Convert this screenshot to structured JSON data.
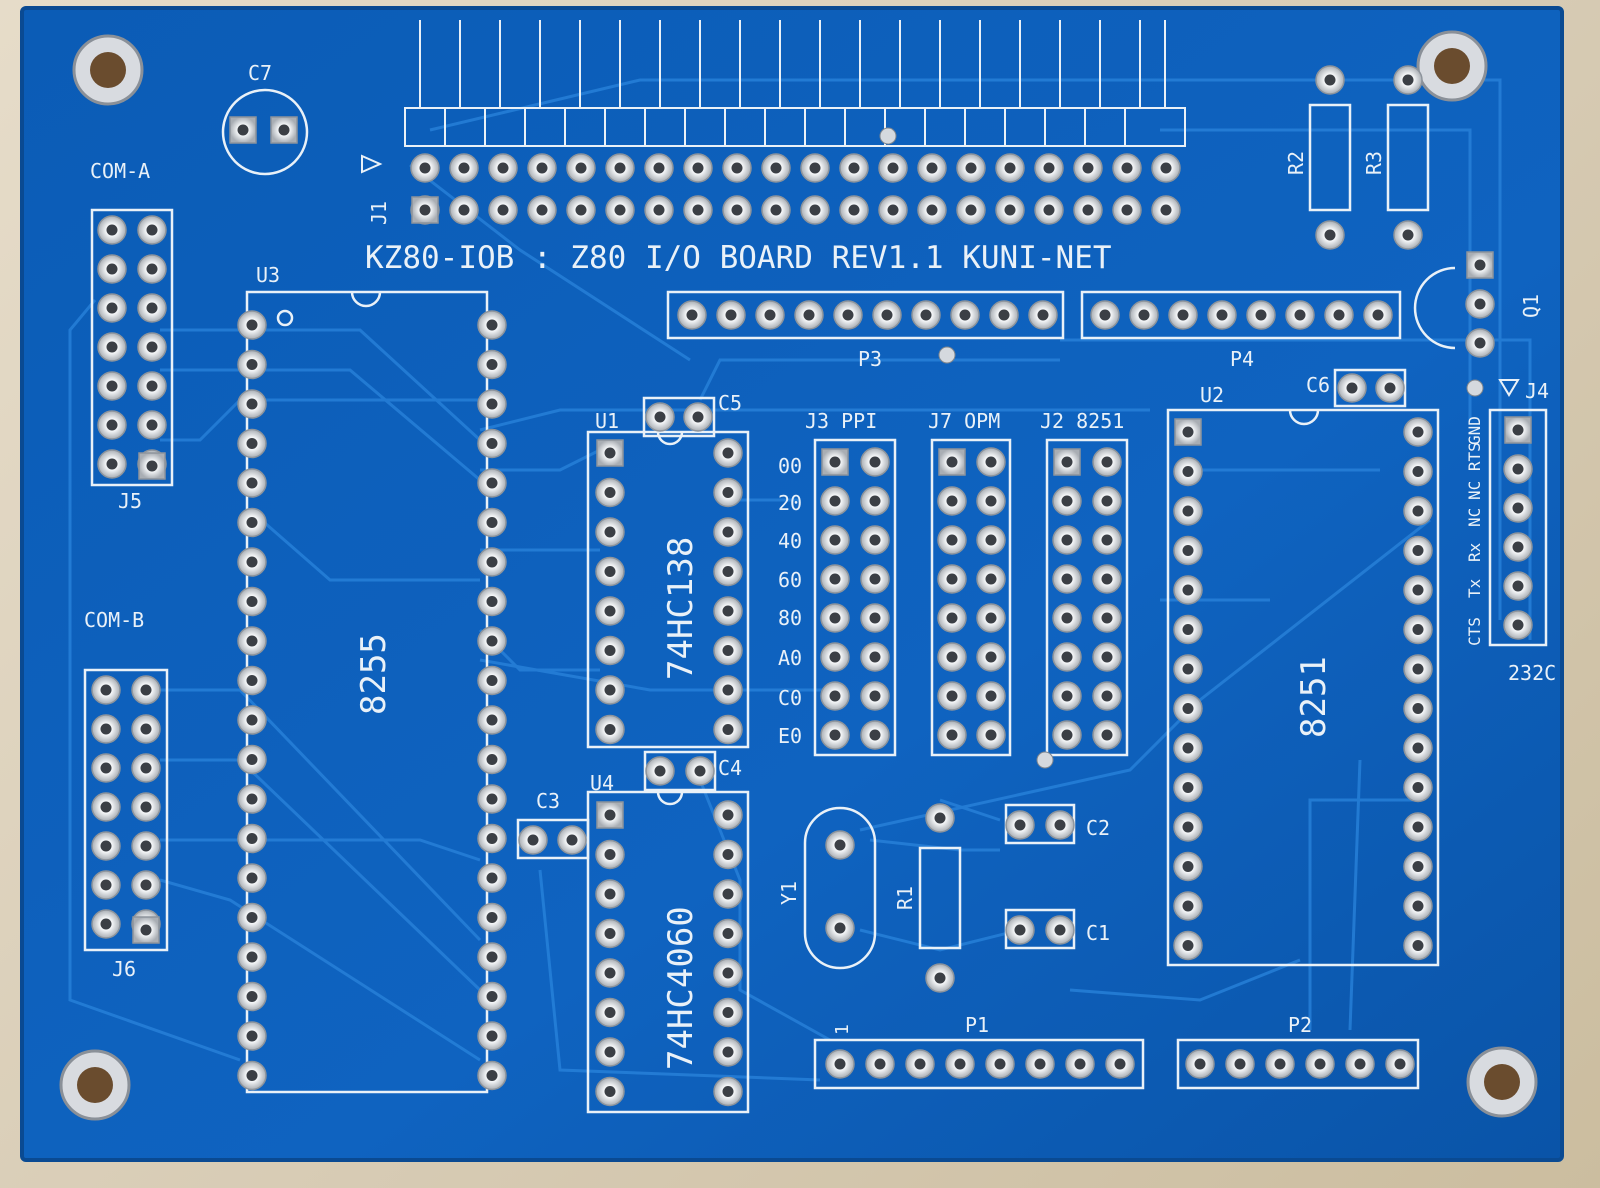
{
  "board": {
    "title": "KZ80-IOB : Z80 I/O BOARD REV1.1  KUNI-NET",
    "colors": {
      "soldermask": "#0d5fb8",
      "trace": "#1f78d0",
      "silkscreen": "#e9f1f8",
      "pad": "#c9ccd0",
      "substrate": "#dfd3bd"
    }
  },
  "components": {
    "c7": "C7",
    "com_a": "COM-A",
    "com_b": "COM-B",
    "j1": "J1",
    "j5": "J5",
    "j6": "J6",
    "u3": "U3",
    "u3_part": "8255",
    "u1": "U1",
    "u1_part": "74HC138",
    "u4": "U4",
    "u4_part": "74HC4060",
    "u2": "U2",
    "u2_part": "8251",
    "c1": "C1",
    "c2": "C2",
    "c3": "C3",
    "c4": "C4",
    "c5": "C5",
    "c6": "C6",
    "r1": "R1",
    "r2": "R2",
    "r3": "R3",
    "y1": "Y1",
    "q1": "Q1",
    "p1": "P1",
    "p1_pin": "1",
    "p2": "P2",
    "p3": "P3",
    "p4": "P4",
    "j3_ppi": "J3  PPI",
    "j7_opm": "J7 OPM",
    "j2_8251": "J2 8251",
    "j4": "J4",
    "j4_sub": "232C"
  },
  "address_labels": [
    "00",
    "20",
    "40",
    "60",
    "80",
    "A0",
    "C0",
    "E0"
  ],
  "j4_pins": [
    "GND",
    "NC RTS",
    "NC",
    "Rx",
    "Tx",
    "CTS"
  ]
}
